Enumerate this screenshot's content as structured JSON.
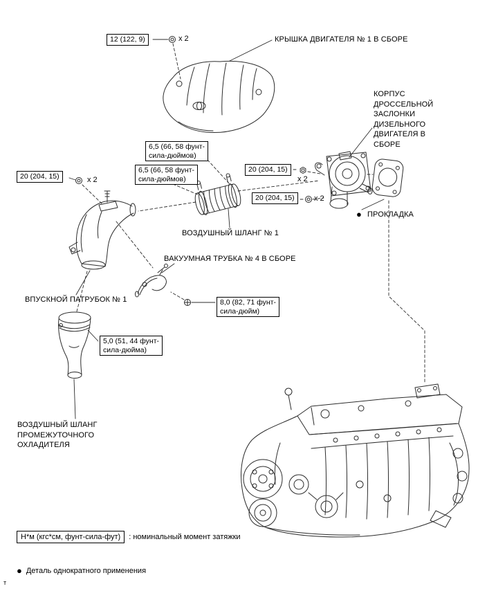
{
  "page": {
    "corner_mark": "т",
    "background": "#ffffff",
    "line_color": "#2b2b2b"
  },
  "icons": {
    "bullet": "●"
  },
  "callouts": {
    "cover_torque": {
      "value": "12 (122, 9)",
      "qty": "x 2"
    },
    "engine_cover": "КРЫШКА ДВИГАТЕЛЯ № 1 В СБОРЕ",
    "throttle_body": "КОРПУС\nДРОССЕЛЬНОЙ\nЗАСЛОНКИ\nДИЗЕЛЬНОГО\nДВИГАТЕЛЯ В\nСБОРЕ",
    "hose_clamp_torque_upper": "6,5 (66, 58 фунт-\nсила-дюймов)",
    "hose_clamp_torque_lower": "6,5 (66, 58 фунт-\nсила-дюймов)",
    "intake_bolt_torque": {
      "value": "20 (204, 15)",
      "qty": "x 2"
    },
    "throttle_nut_torque": {
      "value": "20 (204, 15)",
      "qty": "x 2"
    },
    "throttle_bolt_torque": {
      "value": "20 (204, 15)",
      "qty": "x 2"
    },
    "gasket": "ПРОКЛАДКА",
    "air_hose": "ВОЗДУШНЫЙ ШЛАНГ № 1",
    "vacuum_tube": "ВАКУУМНАЯ ТРУБКА № 4 В СБОРЕ",
    "intake_pipe": "ВПУСКНОЙ ПАТРУБОК № 1",
    "vacuum_screw_torque": "8,0 (82, 71 фунт-\nсила-дюйм)",
    "intercooler_clamp_torque": "5,0 (51, 44 фунт-\nсила-дюйма)",
    "intercooler_hose": "ВОЗДУШНЫЙ ШЛАНГ\nПРОМЕЖУТОЧНОГО\nОХЛАДИТЕЛЯ"
  },
  "legend": {
    "torque_unit": "Н*м (кгс*см, фунт-сила-фут)",
    "torque_note": ": номинальный момент затяжки",
    "single_use_note": "Деталь однократного применения"
  }
}
